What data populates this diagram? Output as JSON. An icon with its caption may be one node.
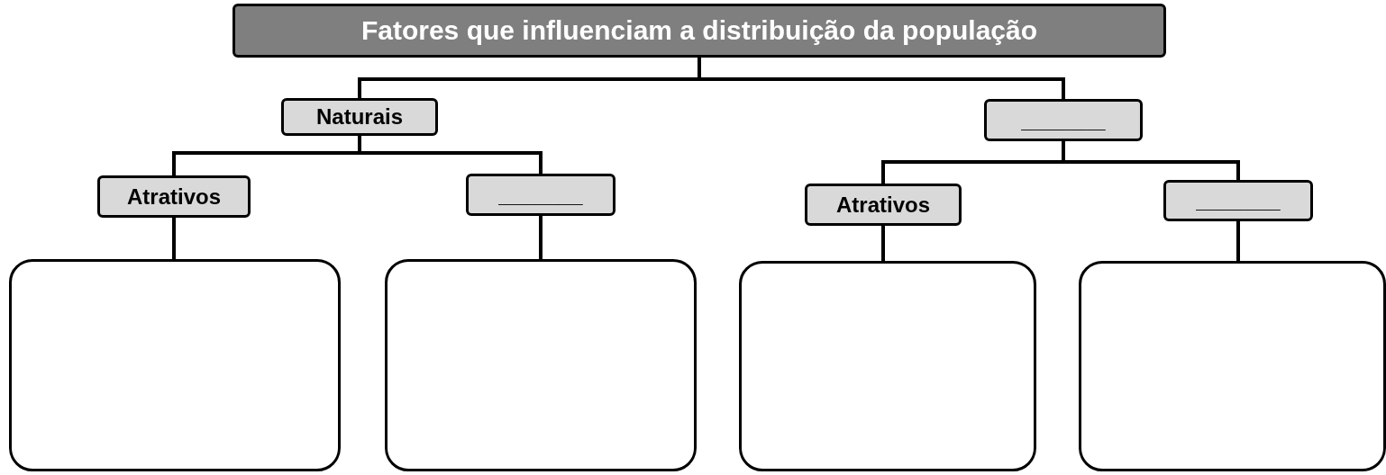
{
  "diagram": {
    "nodes": [
      {
        "text": [
          "Fatores que influenciam a distribuição da população"
        ]
      },
      {
        "text": [
          "Naturais"
        ]
      },
      {
        "text": [
          "_______"
        ]
      },
      {
        "text": [
          "Atrativos"
        ]
      },
      {
        "text": [
          "_______"
        ]
      },
      {
        "text": [
          "Atrativos"
        ]
      },
      {
        "text": [
          "_______"
        ]
      },
      {
        "text": [],
        "shape": "box"
      },
      {
        "text": [],
        "shape": "box"
      },
      {
        "text": [],
        "shape": "box"
      },
      {
        "text": [],
        "shape": "box"
      }
    ],
    "edges": [
      {
        "from": 0,
        "to": 1,
        "arrow": "none"
      },
      {
        "from": 0,
        "to": 2,
        "arrow": "none"
      },
      {
        "from": 1,
        "to": 3,
        "arrow": "none"
      },
      {
        "from": 1,
        "to": 4,
        "arrow": "none"
      },
      {
        "from": 2,
        "to": 5,
        "arrow": "none"
      },
      {
        "from": 2,
        "to": 6,
        "arrow": "none"
      },
      {
        "from": 3,
        "to": 7,
        "arrow": "none"
      },
      {
        "from": 4,
        "to": 8,
        "arrow": "none"
      },
      {
        "from": 5,
        "to": 9,
        "arrow": "none"
      },
      {
        "from": 6,
        "to": 10,
        "arrow": "none"
      }
    ]
  }
}
